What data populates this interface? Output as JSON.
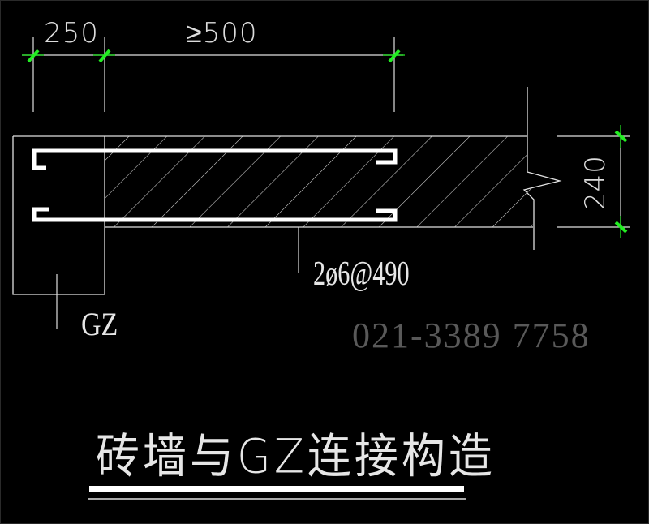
{
  "drawing": {
    "title": "砖墙与GZ连接构造",
    "background": "#000000",
    "line_color": "#e0e0e0",
    "dim_tick_color": "#22ee22",
    "watermark_color": "#595959"
  },
  "dimensions": {
    "top_left": "250",
    "top_right": "≥500",
    "right_vertical": "240"
  },
  "labels": {
    "column": "GZ",
    "rebar": "2ø6@490"
  },
  "watermark": {
    "phone": "021-3389 7758"
  }
}
